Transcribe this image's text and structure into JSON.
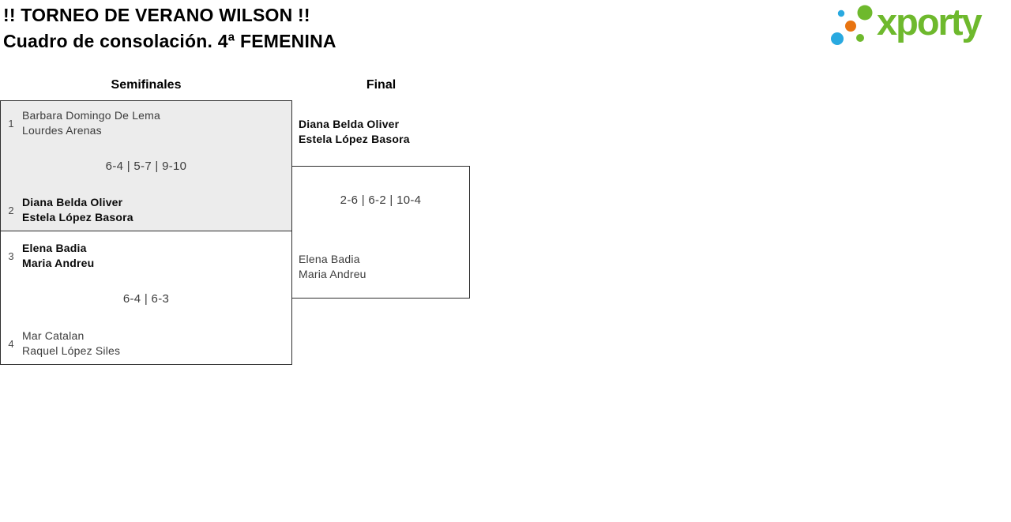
{
  "page_title": {
    "line1": "!! TORNEO DE VERANO WILSON !!",
    "line2": "Cuadro de consolación. 4ª FEMENINA"
  },
  "logo": {
    "wordmark": "xporty",
    "colors": {
      "green": "#6eb92d",
      "blue": "#29a9e0",
      "orange": "#e87411"
    }
  },
  "bracket": {
    "round_headers": {
      "semifinals": "Semifinales",
      "final": "Final"
    },
    "semifinal_1": {
      "seed_top": "1",
      "team_top_line1": "Barbara Domingo De Lema",
      "team_top_line2": "Lourdes Arenas",
      "team_top_winner": false,
      "score": "6-4 | 5-7 | 9-10",
      "seed_bottom": "2",
      "team_bottom_line1": "Diana Belda Oliver",
      "team_bottom_line2": "Estela López Basora",
      "team_bottom_winner": true
    },
    "semifinal_2": {
      "seed_top": "3",
      "team_top_line1": "Elena Badia",
      "team_top_line2": "Maria Andreu",
      "team_top_winner": true,
      "score": "6-4 | 6-3",
      "seed_bottom": "4",
      "team_bottom_line1": "Mar Catalan",
      "team_bottom_line2": "Raquel López Siles",
      "team_bottom_winner": false
    },
    "final": {
      "team_top_line1": "Diana Belda Oliver",
      "team_top_line2": "Estela López Basora",
      "team_top_winner": true,
      "score": "2-6 | 6-2 | 10-4",
      "team_bottom_line1": "Elena Badia",
      "team_bottom_line2": "Maria Andreu",
      "team_bottom_winner": false
    }
  }
}
